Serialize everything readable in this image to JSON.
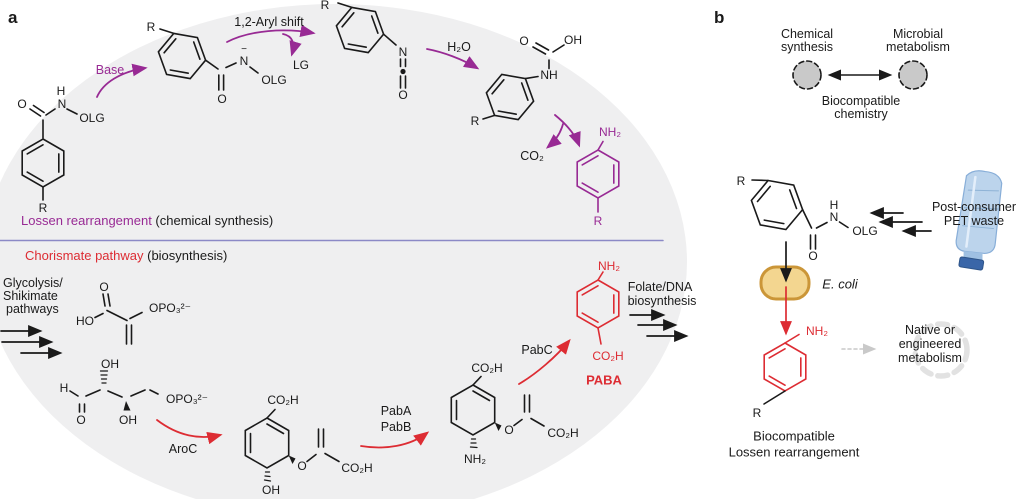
{
  "figure": {
    "panel_a_label": "a",
    "panel_b_label": "b"
  },
  "colors": {
    "purple": "#982a94",
    "red": "#dd2c33",
    "black": "#1a1a1a",
    "divider_line": "#8b89c6",
    "panel_a_background": "#efeff0",
    "ecoli_capsule_fill": "#f3d690",
    "ecoli_capsule_stroke": "#cb9638",
    "pet_bottle_blue": "#bcd4ec",
    "pet_bottle_cap": "#3a66a8",
    "gray_accent": "#c9c9c9"
  },
  "atoms": {
    "R": "R",
    "O": "O",
    "H": "H",
    "N": "N",
    "OLG": "OLG",
    "NH": "NH",
    "OH": "OH",
    "HO": "HO",
    "NH2": "NH₂",
    "CO2H": "CO₂H",
    "OPO3": "OPO₃²⁻",
    "minus": "−"
  },
  "panel_a": {
    "lossen_title": "Lossen rearrangement",
    "lossen_note": " (chemical synthesis)",
    "chorismate_title": "Chorismate pathway",
    "chorismate_note": " (biosynthesis)",
    "base_label": "Base",
    "aryl_shift_label": "1,2-Aryl shift",
    "lg_label": "LG",
    "h2o_label": "H₂O",
    "co2_label": "CO₂",
    "glycolysis_lines": [
      "Glycolysis/",
      "Shikimate",
      "pathways"
    ],
    "aroc_label": "AroC",
    "paba_enzyme": "PabA",
    "pabb_enzyme": "PabB",
    "pabc_enzyme": "PabC",
    "paba_name": "PABA",
    "folate_lines": [
      "Folate/DNA",
      "biosynthesis"
    ]
  },
  "panel_b": {
    "chemical_synthesis_lines": [
      "Chemical",
      "synthesis"
    ],
    "microbial_metabolism_lines": [
      "Microbial",
      "metabolism"
    ],
    "biocompatible_chemistry_lines": [
      "Biocompatible",
      "chemistry"
    ],
    "post_consumer_lines": [
      "Post-consumer",
      "PET waste"
    ],
    "ecoli_label": "E. coli",
    "native_metabolism_lines": [
      "Native or",
      "engineered",
      "metabolism"
    ],
    "biocompatible_lossen_lines": [
      "Biocompatible",
      "Lossen rearrangement"
    ]
  }
}
